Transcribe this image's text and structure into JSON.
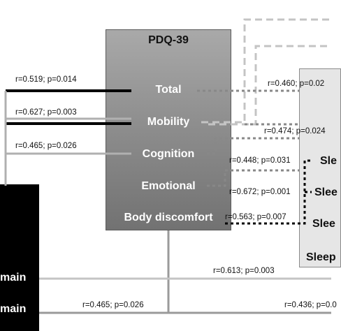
{
  "pdq": {
    "title": "PDQ-39",
    "items": [
      "Total",
      "Mobility",
      "Cognition",
      "Emotional",
      "Body discomfort"
    ]
  },
  "sleep_items": [
    "Sle",
    "Slee",
    "Slee",
    "Sleep"
  ],
  "domain_items": [
    "main",
    "main"
  ],
  "stats": {
    "total_left": "r=0.519; p=0.014",
    "mobility_left": "r=0.627; p=0.003",
    "cognition_left": "r=0.465; p=0.026",
    "total_right": "r=0.460; p=0.02",
    "mobility_right": "r=0.474; p=0.024",
    "cognition_right": "r=0.448; p=0.031",
    "emotional_right": "r=0.672; p=0.001",
    "body_right": "r=0.563; p=0.007",
    "domain1_right": "r=0.613; p=0.003",
    "domain2_left": "r=0.465; p=0.026",
    "domain2_right": "r=0.436; p=0.0"
  }
}
